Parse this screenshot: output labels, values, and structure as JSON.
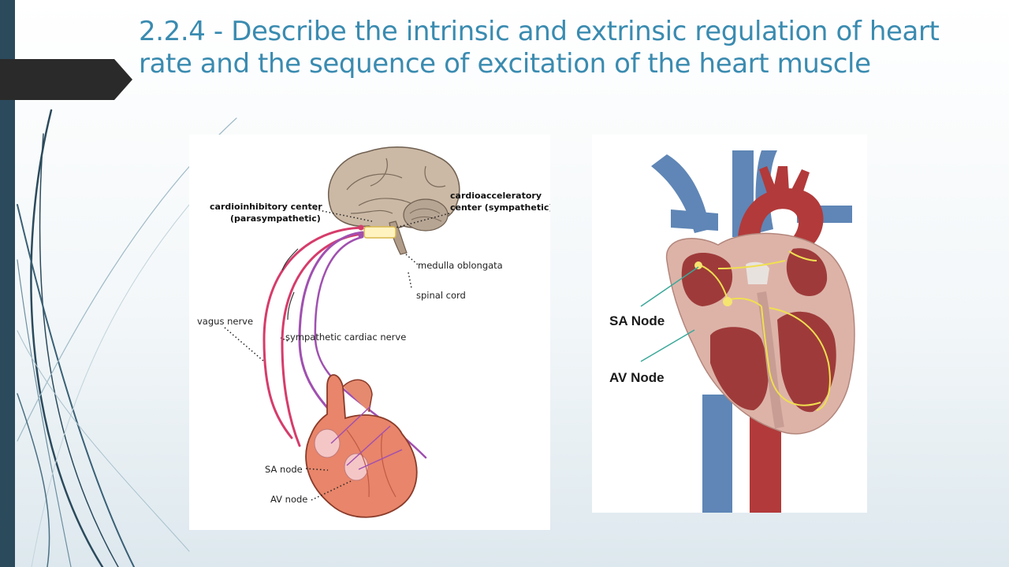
{
  "slide": {
    "title": "2.2.4 - Describe the intrinsic and extrinsic regulation of heart rate and the sequence of excitation of the heart muscle"
  },
  "left_diagram": {
    "labels": {
      "cardioinhibitory_center": "cardioinhibitory center",
      "parasympathetic": "(parasympathetic)",
      "cardioacceleratory_center": "cardioacceleratory",
      "sympathetic": "center (sympathetic)",
      "medulla_oblongata": "medulla oblongata",
      "spinal_cord": "spinal cord",
      "vagus_nerve": "vagus nerve",
      "sympathetic_cardiac_nerve": "sympathetic cardiac nerve",
      "sa_node": "SA node",
      "av_node": "AV node"
    },
    "colors": {
      "vagus_nerve": "#d63c6b",
      "sympathetic_nerve": "#a050b0",
      "heart": "#e8856a",
      "brain": "#c9b8a4"
    }
  },
  "right_diagram": {
    "labels": {
      "sa_node": "SA Node",
      "av_node": "AV Node"
    },
    "colors": {
      "vessels_blue": "#5f86b6",
      "aorta_red": "#b23a3a",
      "conduction": "#f0df50"
    }
  },
  "theme": {
    "title_color": "#3a8bb0",
    "sidebar_color": "#2b4a5c",
    "arrow_color": "#2a2a2a"
  }
}
